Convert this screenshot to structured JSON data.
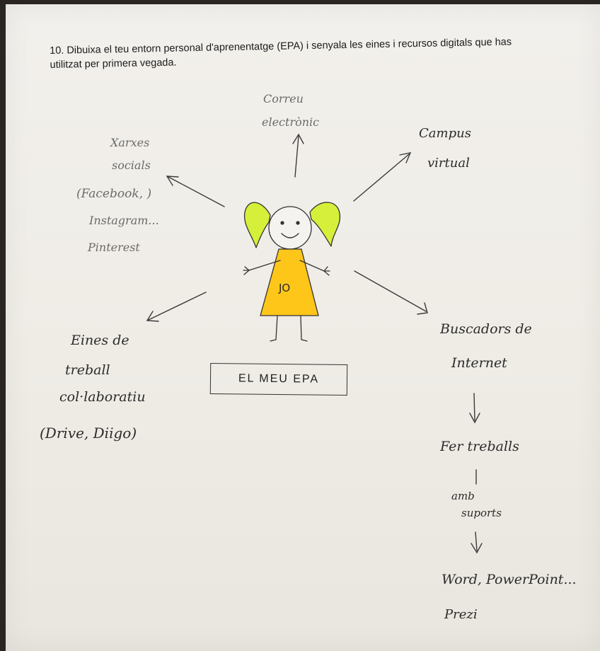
{
  "question": "10. Dibuixa el teu entorn personal d'aprenentatge (EPA) i senyala les eines i recursos digitals que has utilitzat per primera vegada.",
  "center": {
    "jo_label": "JO",
    "box_label": "EL MEU EPA"
  },
  "branches": {
    "correu": [
      "Correu",
      "electrònic"
    ],
    "campus": [
      "Campus",
      "virtual"
    ],
    "xarxes": [
      "Xarxes",
      "socials",
      "(Facebook, )",
      "Instagram...",
      "Pinterest"
    ],
    "eines": [
      "Eines de",
      "treball",
      "col·laboratiu",
      "(Drive, Diigo)"
    ],
    "buscadors": [
      "Buscadors de",
      "Internet"
    ],
    "fer_treballs": [
      "Fer treballs"
    ],
    "suports": [
      "amb",
      "suports"
    ],
    "word": [
      "Word, PowerPoint...",
      "Prezi"
    ]
  },
  "colors": {
    "hair": "#d6ef3a",
    "dress": "#ffc61a",
    "ink": "#2b2b2b"
  }
}
